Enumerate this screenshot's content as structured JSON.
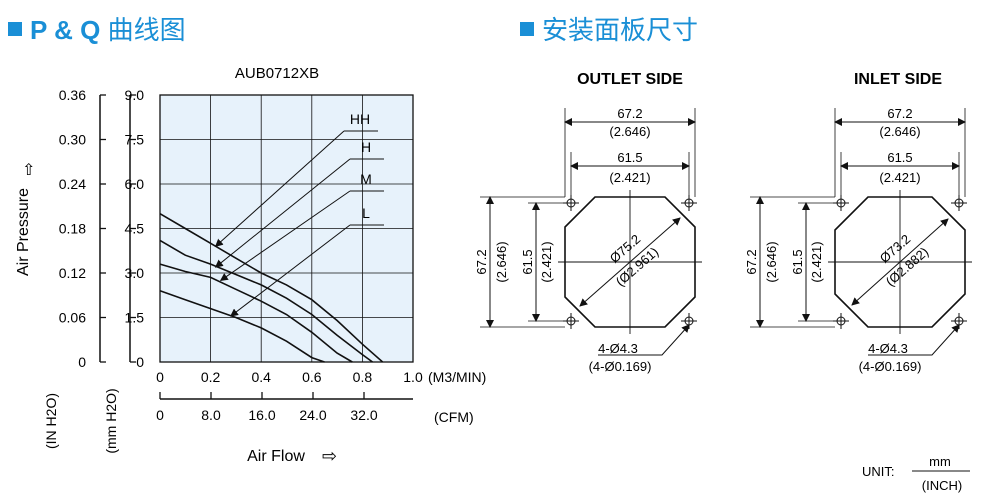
{
  "headings": {
    "pq_prefix": "P & Q",
    "pq_suffix": "曲线图",
    "panel": "安装面板尺寸"
  },
  "colors": {
    "heading": "#1a8fd6",
    "plot_bg": "#e7f2fb",
    "grid": "#111111"
  },
  "chart_data": {
    "type": "line",
    "title": "AUB0712XB",
    "ylabel": "Air Pressure",
    "xlabel": "Air Flow",
    "y_left_unit": "(IN H2O)",
    "y_right_unit": "(mm H2O)",
    "x_top_unit": "(M3/MIN)",
    "x_bottom_unit": "(CFM)",
    "x_ticks": [
      "0",
      "0.2",
      "0.4",
      "0.6",
      "0.8",
      "1.0"
    ],
    "x2_ticks": [
      "0",
      "8.0",
      "16.0",
      "24.0",
      "32.0"
    ],
    "y_ticks_in": [
      "0",
      "0.06",
      "0.12",
      "0.18",
      "0.24",
      "0.30",
      "0.36"
    ],
    "y_ticks_mm": [
      "0",
      "1.5",
      "3.0",
      "4.5",
      "6.0",
      "7.5",
      "9.0"
    ],
    "xlim": [
      0,
      1.0
    ],
    "ylim": [
      0,
      9.0
    ],
    "grid": true,
    "series": [
      {
        "name": "HH",
        "x": [
          0,
          0.1,
          0.2,
          0.3,
          0.4,
          0.5,
          0.6,
          0.7,
          0.8,
          0.88
        ],
        "y": [
          5.0,
          4.5,
          4.0,
          3.5,
          3.0,
          2.6,
          2.1,
          1.4,
          0.6,
          0
        ]
      },
      {
        "name": "H",
        "x": [
          0,
          0.1,
          0.2,
          0.3,
          0.4,
          0.5,
          0.6,
          0.7,
          0.8,
          0.84
        ],
        "y": [
          4.1,
          3.6,
          3.3,
          2.95,
          2.6,
          2.15,
          1.6,
          0.9,
          0.25,
          0
        ]
      },
      {
        "name": "M",
        "x": [
          0,
          0.1,
          0.2,
          0.3,
          0.4,
          0.5,
          0.6,
          0.7,
          0.76
        ],
        "y": [
          3.3,
          3.05,
          2.85,
          2.45,
          2.05,
          1.6,
          1.0,
          0.3,
          0
        ]
      },
      {
        "name": "L",
        "x": [
          0,
          0.1,
          0.2,
          0.3,
          0.4,
          0.5,
          0.6,
          0.65
        ],
        "y": [
          2.4,
          2.1,
          1.8,
          1.5,
          1.15,
          0.7,
          0.15,
          0
        ]
      }
    ]
  },
  "drawings": {
    "outlet": {
      "title": "OUTLET SIDE",
      "overall": "67.2",
      "overall_inch": "(2.646)",
      "hole_spacing": "61.5",
      "hole_spacing_inch": "(2.421)",
      "diameter": "Ø75.2",
      "diameter_inch": "(Ø2.961)",
      "holes": "4-Ø4.3",
      "holes_inch": "(4-Ø0.169)"
    },
    "inlet": {
      "title": "INLET SIDE",
      "overall": "67.2",
      "overall_inch": "(2.646)",
      "hole_spacing": "61.5",
      "hole_spacing_inch": "(2.421)",
      "diameter": "Ø73.2",
      "diameter_inch": "(Ø2.882)",
      "holes": "4-Ø4.3",
      "holes_inch": "(4-Ø0.169)"
    }
  },
  "unit": {
    "label": "UNIT:",
    "top": "mm",
    "bottom": "(INCH)"
  }
}
